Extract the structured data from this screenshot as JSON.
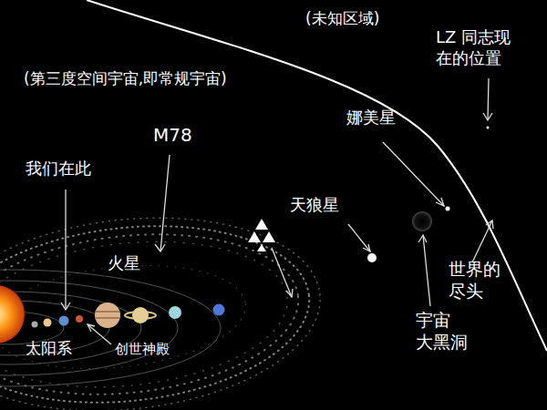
{
  "diagram": {
    "labels": [
      "(未知区域)",
      "LZ 同志现 在的位置",
      "(第三度空间宇宙,即常规宇宙)",
      "M78",
      "我们在此",
      "娜美星",
      "天狼星",
      "火星",
      "世界的 尽头",
      "宇宙 大黑洞",
      "太阳系",
      "创世神殿"
    ]
  }
}
